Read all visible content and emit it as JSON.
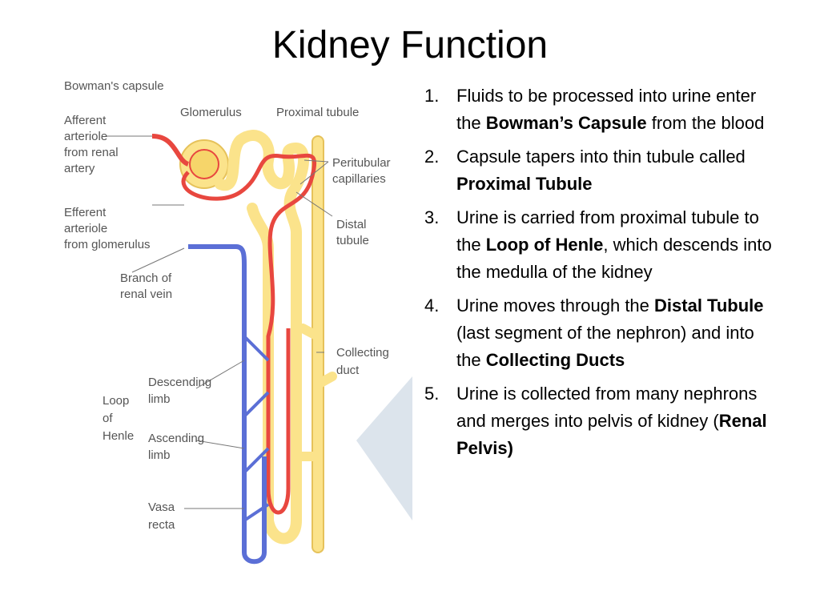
{
  "slide": {
    "title": "Kidney Function"
  },
  "diagram": {
    "labels": {
      "bowmans_capsule": "Bowman's capsule",
      "glomerulus": "Glomerulus",
      "proximal_tubule": "Proximal tubule",
      "afferent_1": "Afferent",
      "afferent_2": "arteriole",
      "afferent_3": "from renal",
      "afferent_4": "artery",
      "peritubular_1": "Peritubular",
      "peritubular_2": "capillaries",
      "efferent_1": "Efferent",
      "efferent_2": "arteriole",
      "efferent_3": "from glomerulus",
      "distal_1": "Distal",
      "distal_2": "tubule",
      "branch_1": "Branch of",
      "branch_2": "renal vein",
      "collecting_1": "Collecting",
      "collecting_2": "duct",
      "descending_1": "Descending",
      "descending_2": "limb",
      "loop_1": "Loop",
      "loop_2": "of",
      "loop_3": "Henle",
      "ascending_1": "Ascending",
      "ascending_2": "limb",
      "vasa_1": "Vasa",
      "vasa_2": "recta"
    },
    "colors": {
      "artery": "#e8473f",
      "vein": "#5b6fd6",
      "tubule": "#fbe38b",
      "tubule_edge": "#e6c25a",
      "label": "#555555"
    }
  },
  "steps": [
    {
      "num": "1.",
      "parts": [
        "Fluids to be processed into urine enter the ",
        "Bowman’s Capsule",
        " from the blood"
      ]
    },
    {
      "num": "2.",
      "parts": [
        "Capsule tapers into thin tubule called ",
        "Proximal Tubule",
        ""
      ]
    },
    {
      "num": "3.",
      "parts": [
        "Urine is carried from proximal tubule to the ",
        "Loop of Henle",
        ", which descends into the medulla of the kidney"
      ]
    },
    {
      "num": "4.",
      "parts": [
        "Urine moves through the ",
        "Distal Tubule",
        " (last segment of the nephron) and into the ",
        "Collecting Ducts",
        ""
      ]
    },
    {
      "num": "5.",
      "parts": [
        "Urine is collected from many nephrons and merges into pelvis of kidney (",
        "Renal Pelvis)",
        ""
      ]
    }
  ]
}
